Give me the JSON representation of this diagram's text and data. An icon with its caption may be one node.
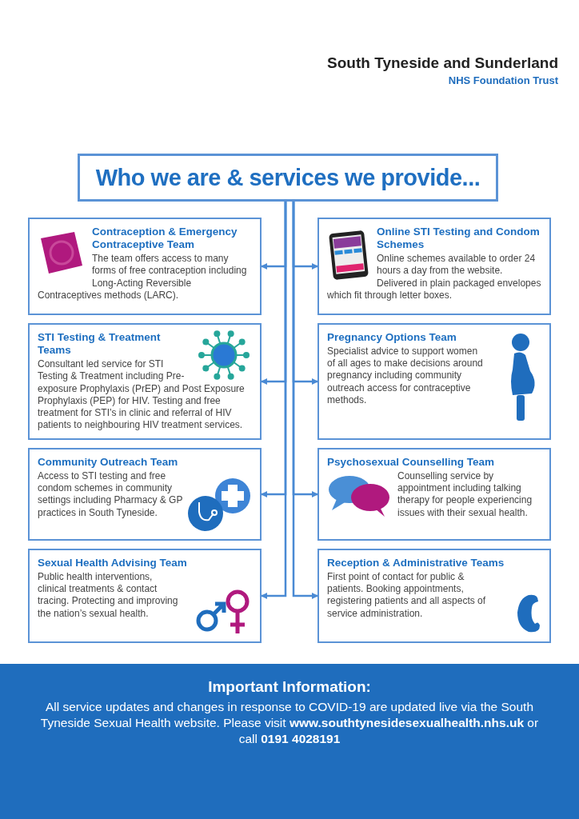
{
  "diagram": {
    "nodes": [
      {
        "text": [
          "Who we are & services we provide..."
        ]
      },
      {
        "text": [
          "Contraception & Emergency Contraceptive Team",
          "The team offers access to many forms of free contraception including Long-Acting Reversible Contraceptives methods (LARC)."
        ]
      },
      {
        "text": [
          "Online STI Testing and Condom Schemes",
          "Online schemes available to order 24 hours a day from the website. Delivered in plain packaged envelopes which fit through letter boxes."
        ]
      },
      {
        "text": [
          "STI Testing & Treatment Teams",
          "Consultant led service for STI Testing & Treatment including Pre-exposure Prophylaxis (PrEP) and Post Exposure Prophylaxis (PEP) for HIV. Testing and free treatment for STI’s in clinic and referral of HIV patients to neighbouring HIV treatment services."
        ]
      },
      {
        "text": [
          "Pregnancy Options Team",
          "Specialist advice to support women of all ages to make decisions around pregnancy including community outreach access for contraceptive methods."
        ]
      },
      {
        "text": [
          "Community Outreach Team",
          "Access to STI testing and free condom schemes in community settings including Pharmacy & GP practices in South Tyneside."
        ]
      },
      {
        "text": [
          "Psychosexual Counselling Team",
          "Counselling service by appointment including talking therapy for people experiencing issues with their sexual health."
        ]
      },
      {
        "text": [
          "Sexual Health Advising Team",
          "Public health interventions, clinical treatments & contact tracing. Protecting and improving the nation’s sexual health."
        ]
      },
      {
        "text": [
          "Reception & Administrative Teams",
          "First point of contact for public & patients. Booking appointments, registering patients and all aspects of service administration."
        ]
      },
      {
        "text": [
          "Important Information:",
          "All service updates and changes in response to COVID-19 are updated live via the South Tyneside Sexual Health website. Please visit **www.southtynesidesexualhealth.nhs.uk** or call **0191 4028191**"
        ]
      }
    ],
    "edges": [
      {
        "from": 0,
        "to": 1,
        "arrow": "to"
      },
      {
        "from": 0,
        "to": 2,
        "arrow": "to"
      },
      {
        "from": 0,
        "to": 3,
        "arrow": "to"
      },
      {
        "from": 0,
        "to": 4,
        "arrow": "to"
      },
      {
        "from": 0,
        "to": 5,
        "arrow": "to"
      },
      {
        "from": 0,
        "to": 6,
        "arrow": "to"
      },
      {
        "from": 0,
        "to": 7,
        "arrow": "to"
      },
      {
        "from": 0,
        "to": 8,
        "arrow": "to"
      }
    ],
    "labels": [
      "South Tyneside and Sunderland",
      "NHS Foundation Trust"
    ]
  }
}
